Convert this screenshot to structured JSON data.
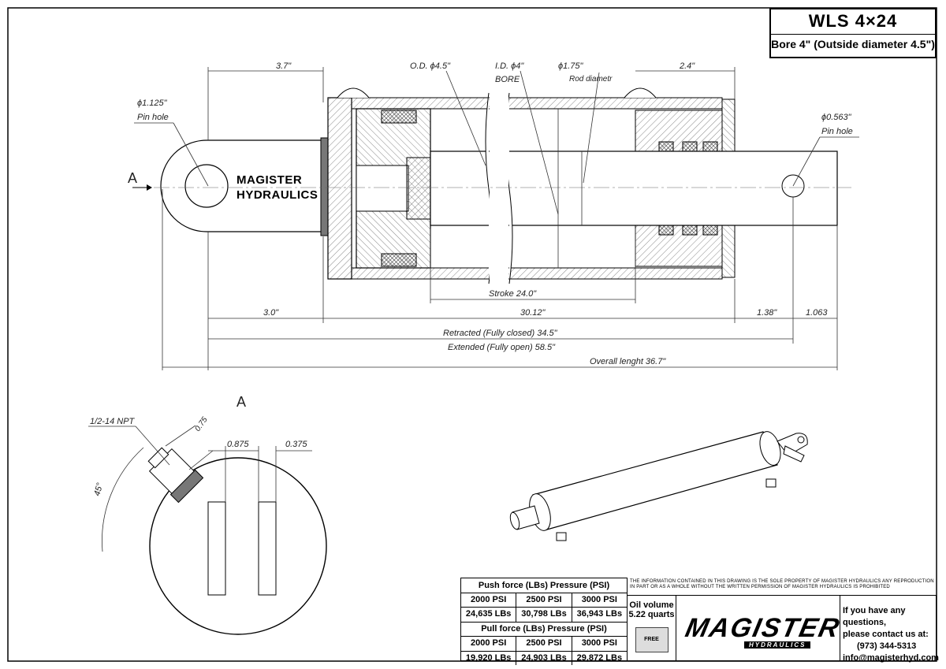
{
  "title": {
    "model": "WLS 4×24",
    "bore": "Bore 4\" (Outside diameter 4.5\")"
  },
  "drawing": {
    "section_marker": "A",
    "section_title": "A",
    "brand_line1": "MAGISTER",
    "brand_line2": "HYDRAULICS",
    "dims": {
      "pin_left_dia": "ϕ1.125\"",
      "pin_left_label": "Pin hole",
      "pin_right_dia": "ϕ0.563\"",
      "pin_right_label": "Pin hole",
      "top_3_7": "3.7\"",
      "od": "O.D. ϕ4.5\"",
      "id": "I.D. ϕ4\"",
      "bore": "BORE",
      "rod": "ϕ1.75\"",
      "rod_label": "Rod diametr",
      "top_2_4": "2.4\"",
      "stroke": "Stroke 24.0\"",
      "d_3_0": "3.0\"",
      "d_30_12": "30.12\"",
      "d_1_38": "1.38\"",
      "d_1_063": "1.063",
      "retracted": "Retracted (Fully closed) 34.5\"",
      "extended": "Extended (Fully open) 58.5\"",
      "overall": "Overall lenght 36.7\""
    },
    "view_a": {
      "npt": "1/2-14 NPT",
      "d_075": "0.75",
      "d_0875": "0.875",
      "d_0375": "0.375",
      "angle": "45°"
    }
  },
  "table": {
    "push_header": "Push force (LBs)  Pressure (PSI)",
    "pull_header": "Pull force (LBs)  Pressure (PSI)",
    "pressures": [
      "2000 PSI",
      "2500 PSI",
      "3000 PSI"
    ],
    "push_values": [
      "24,635 LBs",
      "30,798 LBs",
      "36,943 LBs"
    ],
    "pull_values": [
      "19,920 LBs",
      "24,903 LBs",
      "29,872 LBs"
    ],
    "oil_line1": "Oil volume",
    "oil_line2": "5.22 quarts",
    "free_badge": "FREE"
  },
  "notice": "THE INFORMATION CONTAINED IN THIS DRAWING IS THE SOLE PROPERTY OF MAGISTER HYDRAULICS ANY REPRODUCTION IN PART OR AS A WHOLE WITHOUT THE WRITTEN PERMISSION OF MAGISTER HYDRAULICS IS PROHIBITED",
  "logo": {
    "main": "MAGISTER",
    "sub": "HYDRAULICS"
  },
  "contact": {
    "line1": "If you have any questions,",
    "line2": "please contact us at:",
    "phone": "(973) 344-5313",
    "email": "info@magisterhyd.com"
  }
}
